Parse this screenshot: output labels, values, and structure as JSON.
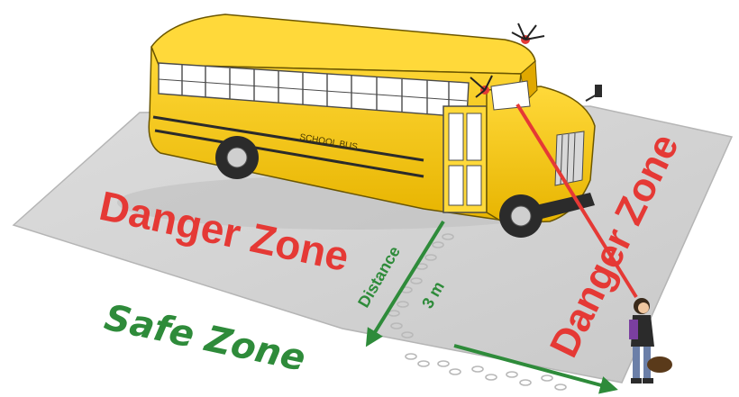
{
  "diagram": {
    "danger_zone_left": "Danger Zone",
    "danger_zone_right": "Danger Zone",
    "safe_zone": "Safe Zone",
    "distance_label": "Distance",
    "distance_value": "3 m",
    "bus_text": "SCHOOL BUS"
  },
  "colors": {
    "danger": "#e53935",
    "safe": "#2e8b3a",
    "ground": "#d4d4d4",
    "bus_body": "#f5c400"
  },
  "icons": [
    "school-bus-icon",
    "flashing-light-icon",
    "child-pedestrian-icon",
    "footprints-icon",
    "distance-arrow-icon",
    "sight-line-icon"
  ]
}
